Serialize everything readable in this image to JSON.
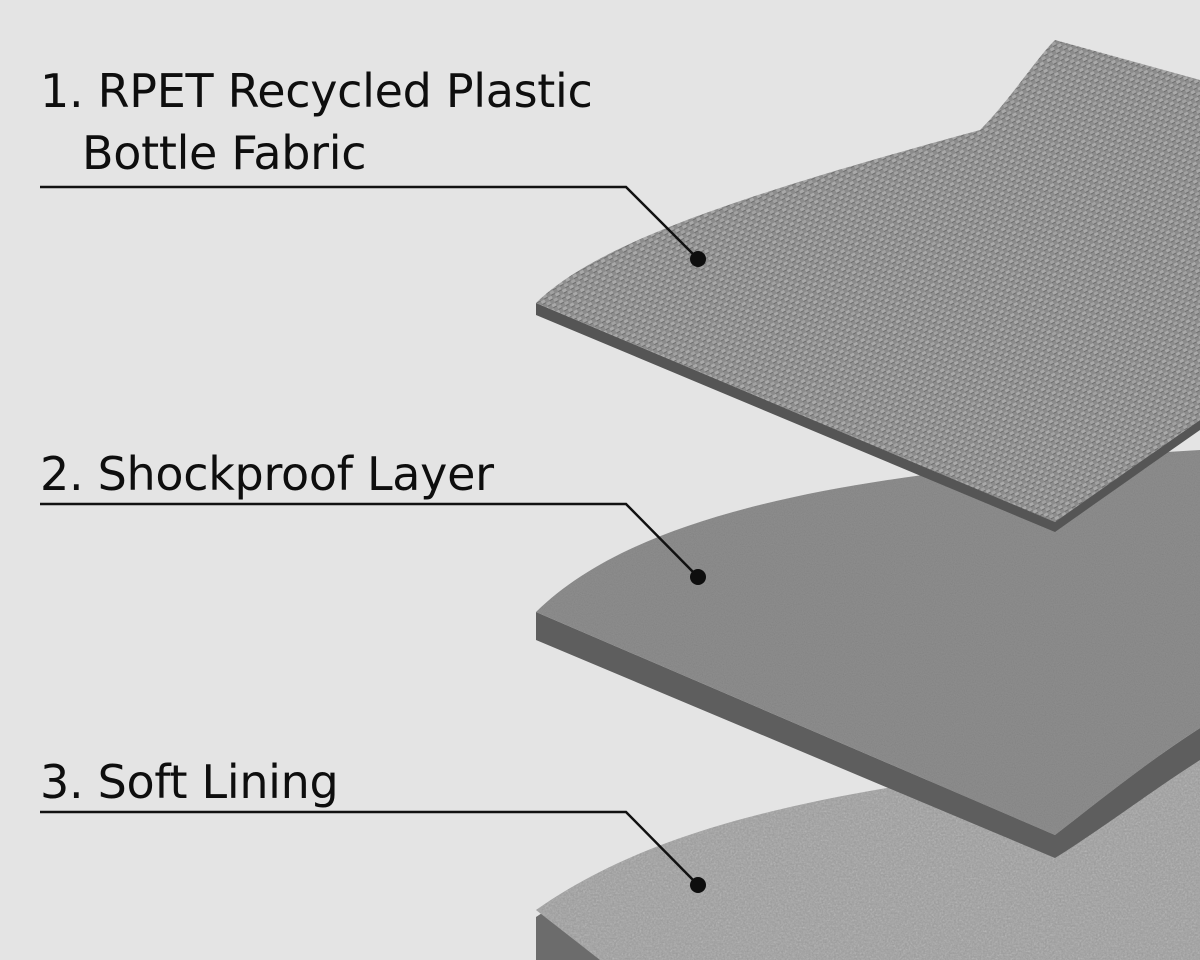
{
  "layers": [
    {
      "number": "1.",
      "name_line1": "RPET Recycled Plastic",
      "name_line2": "Bottle Fabric"
    },
    {
      "number": "2.",
      "name_line1": "Shockproof Layer"
    },
    {
      "number": "3.",
      "name_line1": "Soft Lining"
    }
  ],
  "colors": {
    "background": "#e4e4e4",
    "text": "#0e0e0e",
    "leader_line": "#111111",
    "fabric_layer": "#8a8a8a",
    "shockproof_layer": "#8e8e8e",
    "lining_layer": "#969696"
  }
}
